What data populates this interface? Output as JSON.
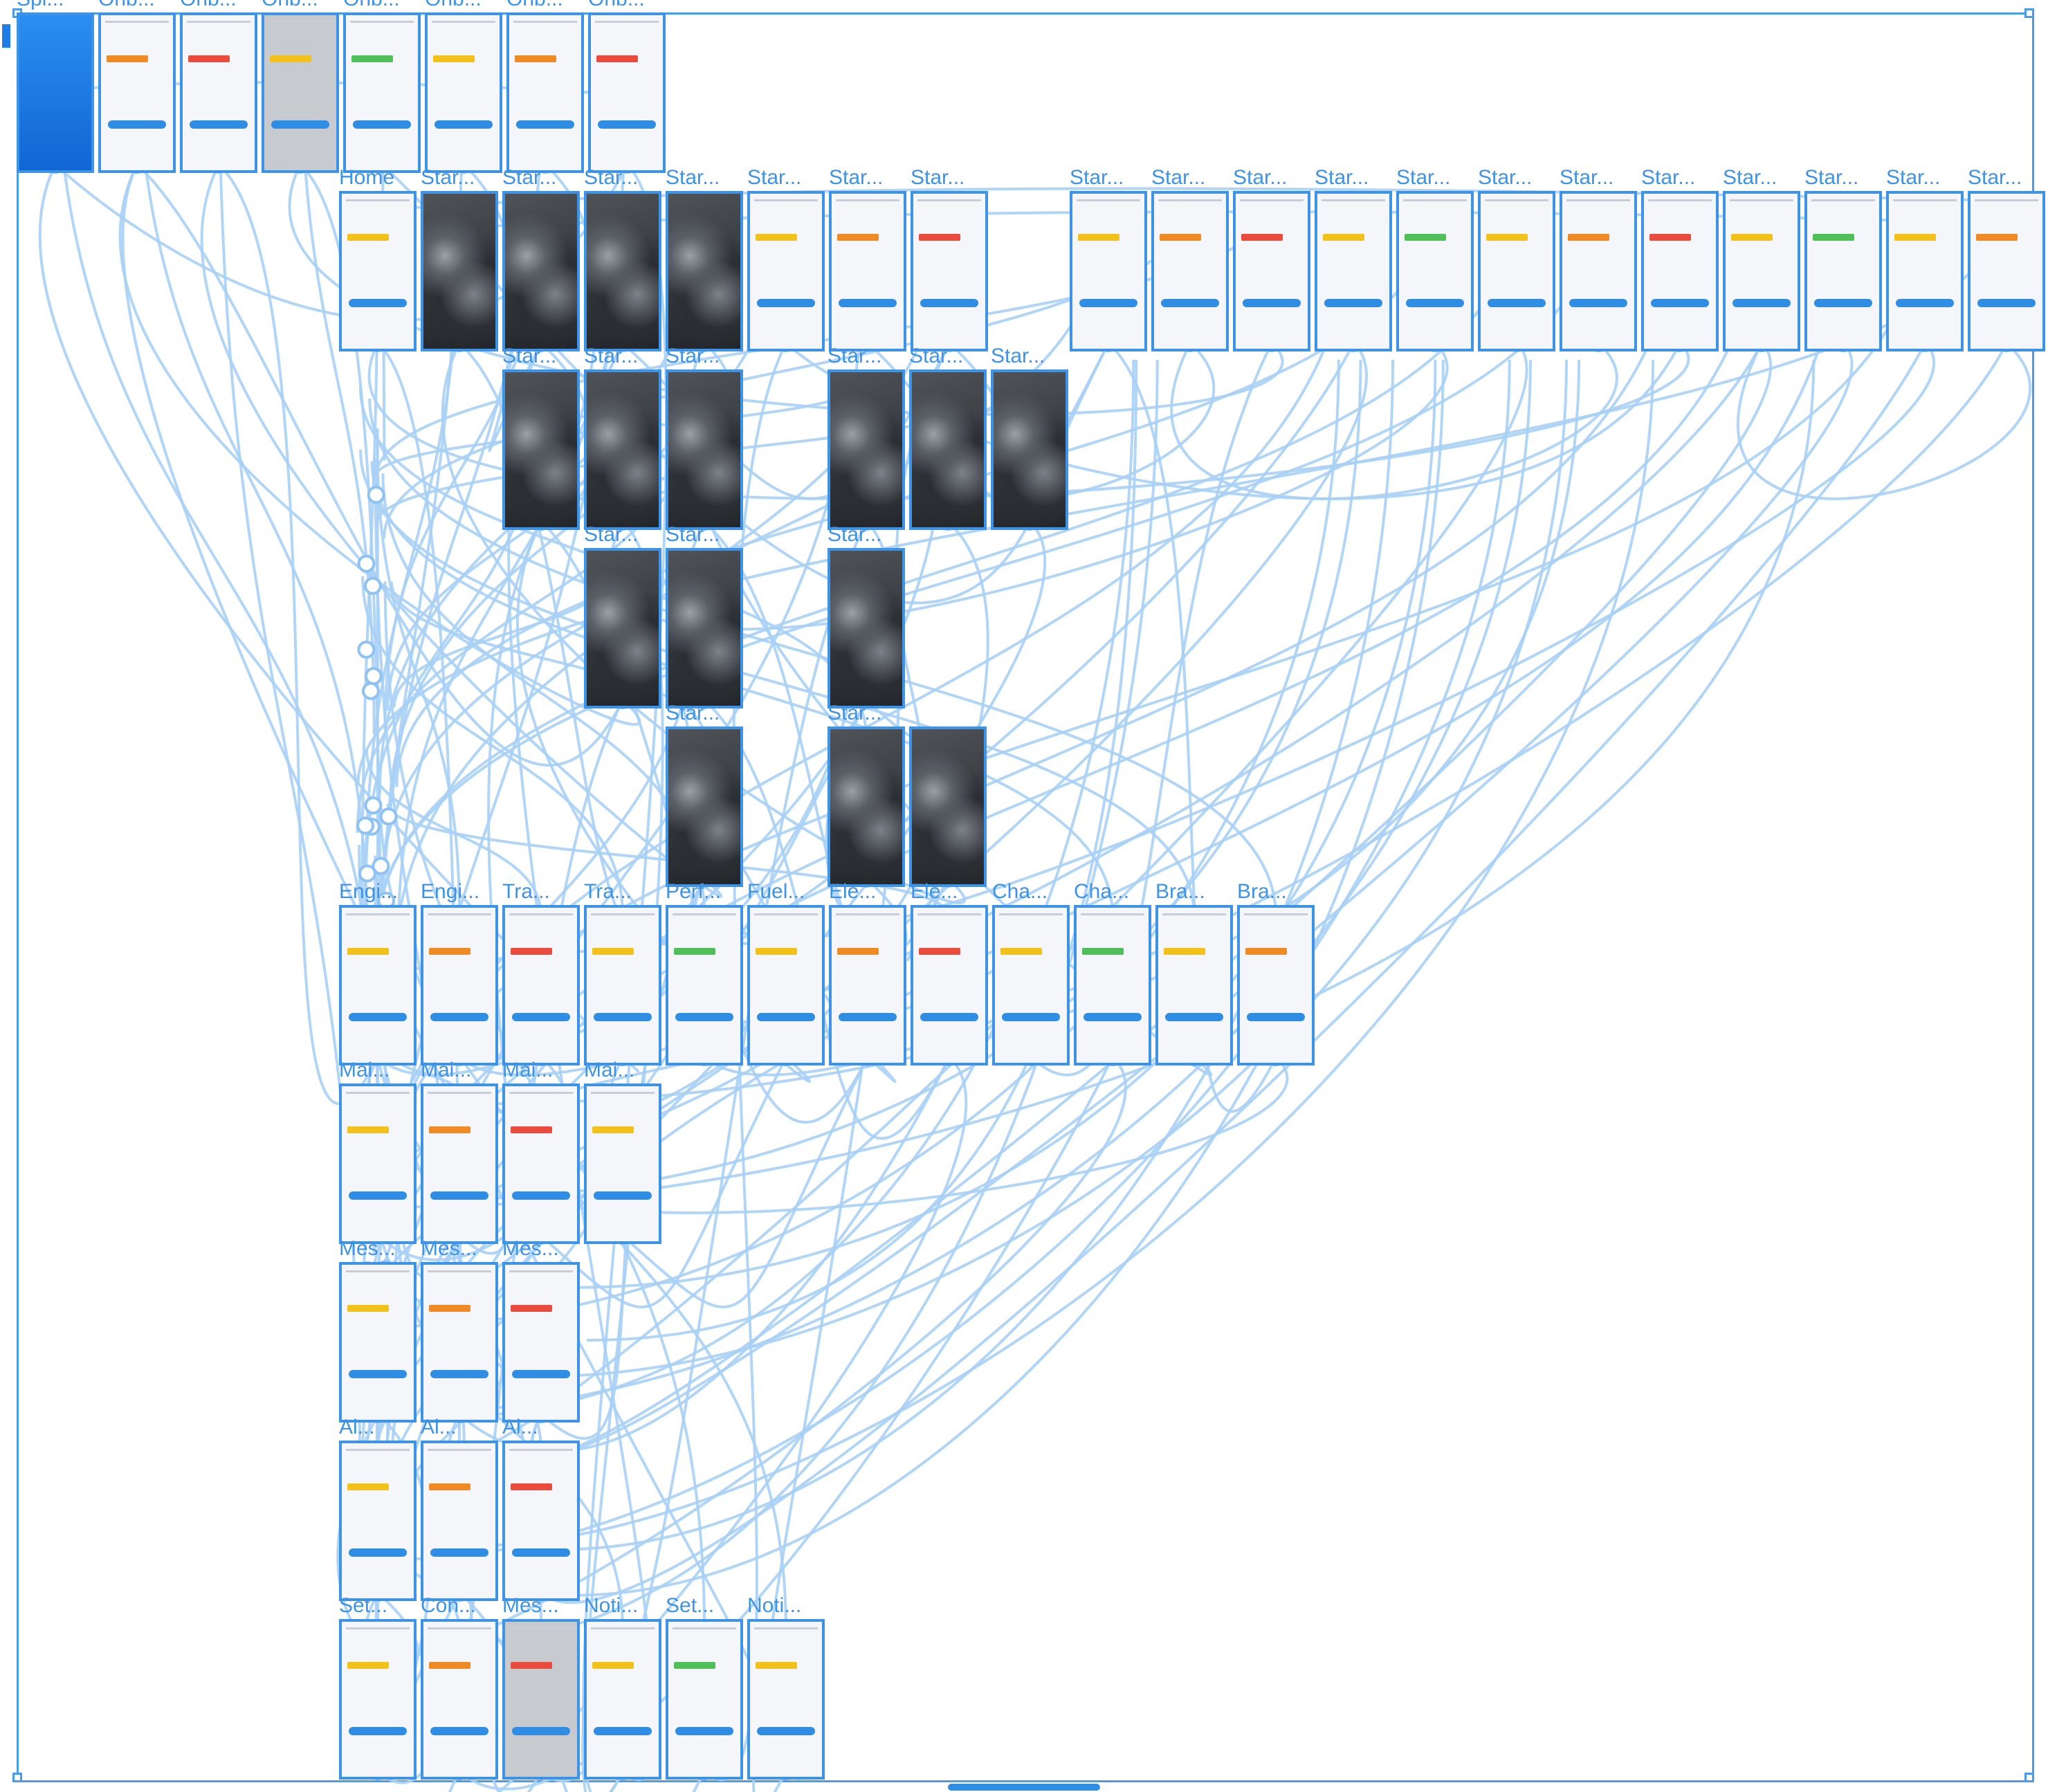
{
  "canvas": {
    "accent_color": "#3d93e6",
    "link_color": "#a9d0f5"
  },
  "top_row_labels": [
    "Spl...",
    "Onb...",
    "Onb...",
    "Onb...",
    "Onb...",
    "Onb...",
    "Onb...",
    "Onb..."
  ],
  "groups": {
    "row1": [
      "Home",
      "Star...",
      "Star...",
      "Star...",
      "Star...",
      "Star...",
      "Star...",
      "Star..."
    ],
    "row1_right": [
      "Star...",
      "Star...",
      "Star...",
      "Star...",
      "Star...",
      "Star...",
      "Star...",
      "Star...",
      "Star...",
      "Star...",
      "Star...",
      "Star..."
    ],
    "row2": [
      "Star...",
      "Star...",
      "Star...",
      "Star...",
      "Star...",
      "Star..."
    ],
    "row3": [
      "Star...",
      "Star...",
      "Star..."
    ],
    "row4": [
      "Star...",
      "Star..."
    ],
    "row5": [
      "Engi...",
      "Engi...",
      "Tra...",
      "Tra...",
      "Perf...",
      "Fuel...",
      "Ele...",
      "Ele...",
      "Cha...",
      "Cha...",
      "Bra...",
      "Bra..."
    ],
    "row6": [
      "Mai...",
      "Mai...",
      "Mai...",
      "Mai..."
    ],
    "row7": [
      "Mes...",
      "Mes...",
      "Mes..."
    ],
    "row8": [
      "Al...",
      "Al...",
      "Al..."
    ],
    "row9": [
      "Set...",
      "Con...",
      "Mes...",
      "Noti...",
      "Set...",
      "Noti..."
    ]
  }
}
